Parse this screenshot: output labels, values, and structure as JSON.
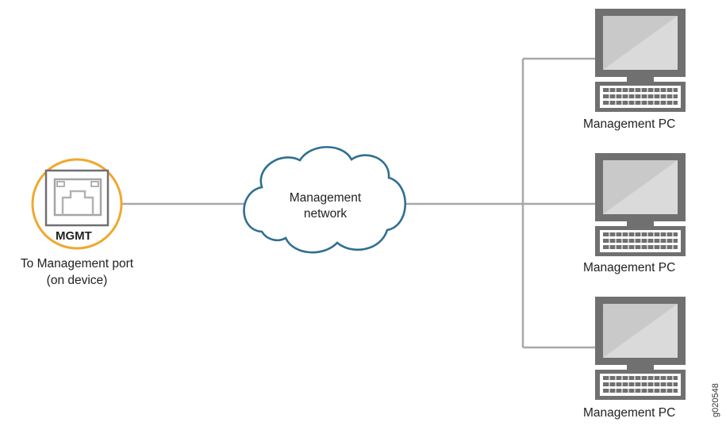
{
  "port": {
    "label": "MGMT",
    "caption_line1": "To Management port",
    "caption_line2": "(on device)",
    "ring_color": "#f0a830"
  },
  "cloud": {
    "line1": "Management",
    "line2": "network",
    "stroke_color": "#2f6f8f"
  },
  "pcs": [
    {
      "label": "Management PC"
    },
    {
      "label": "Management PC"
    },
    {
      "label": "Management PC"
    }
  ],
  "figure_id": "g020548",
  "colors": {
    "link": "#a8a8a8",
    "device_dark": "#707070",
    "screen": "#c9c9c9"
  }
}
